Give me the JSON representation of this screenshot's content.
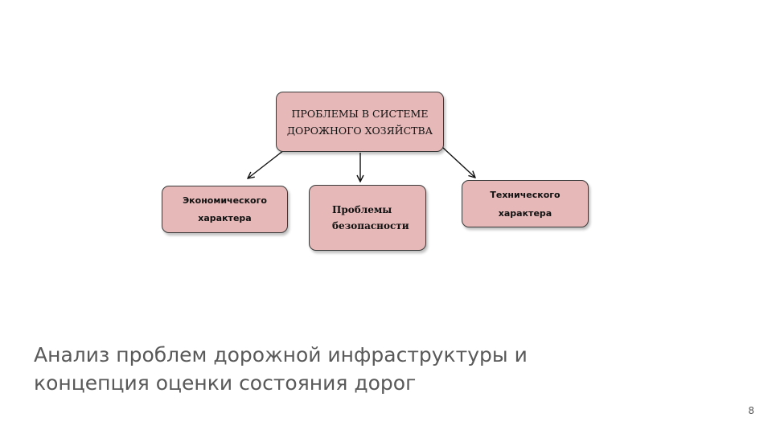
{
  "diagram": {
    "main_box": "ПРОБЛЕМЫ В СИСТЕМЕ ДОРОЖНОГО ХОЗЯЙСТВА",
    "children": [
      "Экономического характера",
      "Проблемы безопасности",
      "Технического характера"
    ]
  },
  "slide": {
    "title": "Анализ проблем дорожной инфраструктуры и концепция оценки состояния дорог",
    "page_number": "8"
  },
  "colors": {
    "box_fill": "#e6b8b8",
    "box_border": "#3a3a3a",
    "title_text": "#595959"
  }
}
